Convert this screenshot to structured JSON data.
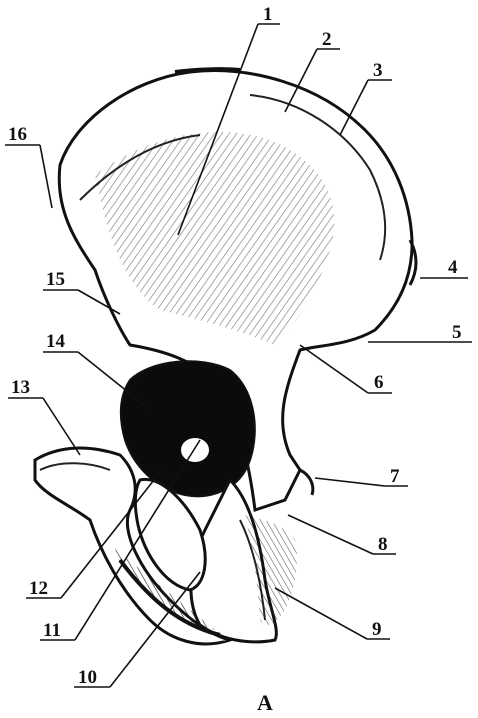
{
  "figure": {
    "caption": "A",
    "labels": [
      "1",
      "2",
      "3",
      "4",
      "5",
      "6",
      "7",
      "8",
      "9",
      "10",
      "11",
      "12",
      "13",
      "14",
      "15",
      "16"
    ]
  }
}
